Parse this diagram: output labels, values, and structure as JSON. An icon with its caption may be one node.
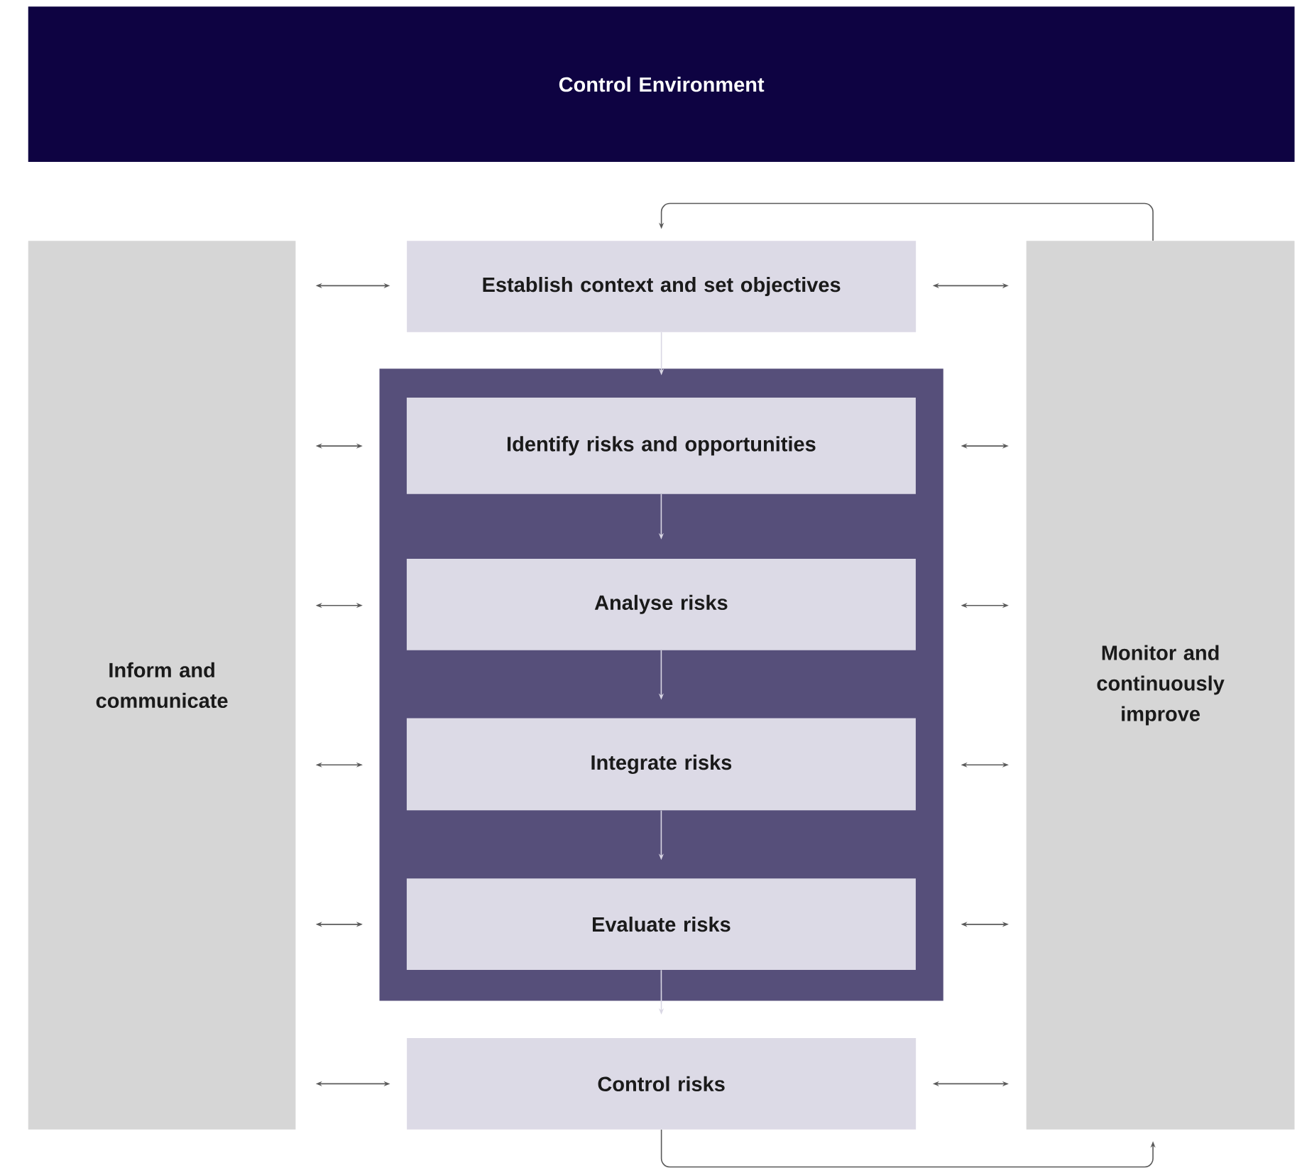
{
  "diagram": {
    "nodes": [
      {
        "text": [
          "Control Environment"
        ]
      },
      {
        "text": [
          "Inform and communicate"
        ]
      },
      {
        "text": [
          "Establish context and set objectives"
        ]
      },
      {
        "text": [],
        "shape": "box"
      },
      {
        "text": [
          "Identify risks and opportunities"
        ],
        "in": 3
      },
      {
        "text": [
          "Analyse risks"
        ],
        "in": 3
      },
      {
        "text": [
          "Integrate risks"
        ],
        "in": 3
      },
      {
        "text": [
          "Evaluate risks"
        ],
        "in": 3
      },
      {
        "text": [
          "Control risks"
        ]
      },
      {
        "text": [
          "Monitor and continuously improve"
        ]
      }
    ],
    "edges": [
      {
        "from": 2,
        "to": 3,
        "arrow": "to",
        "color": "#d9d7e4"
      },
      {
        "from": 4,
        "to": 5,
        "arrow": "to",
        "color": "#d9d7e4"
      },
      {
        "from": 5,
        "to": 6,
        "arrow": "to",
        "color": "#d9d7e4"
      },
      {
        "from": 6,
        "to": 7,
        "arrow": "to",
        "color": "#d9d7e4"
      },
      {
        "from": 7,
        "to": 8,
        "arrow": "to",
        "color": "#d9d7e4"
      },
      {
        "from": 8,
        "to": 9,
        "arrow": "to"
      },
      {
        "from": 9,
        "to": 2,
        "arrow": "to"
      },
      {
        "from": 1,
        "to": 2,
        "arrow": "both"
      },
      {
        "from": 2,
        "to": 9,
        "arrow": "both"
      },
      {
        "from": 1,
        "to": 3,
        "arrow": "both"
      },
      {
        "from": 3,
        "to": 9,
        "arrow": "both"
      },
      {
        "from": 1,
        "to": 3,
        "arrow": "both"
      },
      {
        "from": 3,
        "to": 9,
        "arrow": "both"
      },
      {
        "from": 1,
        "to": 3,
        "arrow": "both"
      },
      {
        "from": 3,
        "to": 9,
        "arrow": "both"
      },
      {
        "from": 1,
        "to": 3,
        "arrow": "both"
      },
      {
        "from": 3,
        "to": 9,
        "arrow": "both"
      },
      {
        "from": 1,
        "to": 8,
        "arrow": "both"
      },
      {
        "from": 8,
        "to": 9,
        "arrow": "both"
      }
    ]
  }
}
